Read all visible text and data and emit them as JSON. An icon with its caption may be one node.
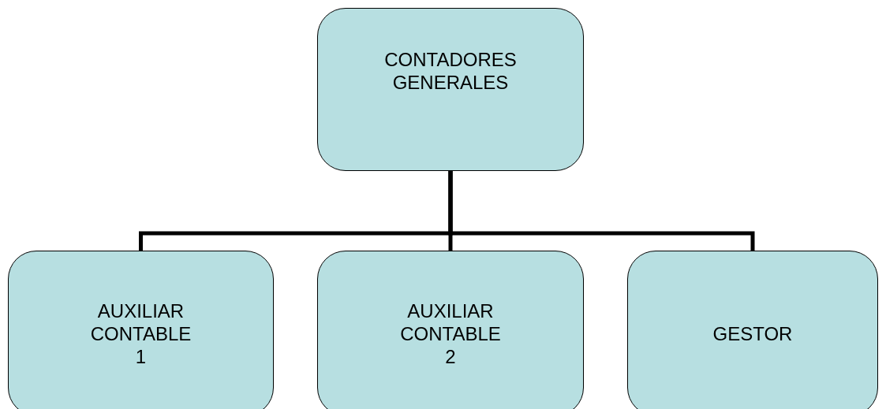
{
  "diagram": {
    "nodes": [
      {
        "text": [
          "CONTADORES GENERALES"
        ]
      },
      {
        "text": [
          "AUXILIAR CONTABLE 1"
        ]
      },
      {
        "text": [
          "AUXILIAR CONTABLE 2"
        ]
      },
      {
        "text": [
          "GESTOR"
        ]
      }
    ],
    "edges": [
      {
        "from": 0,
        "to": 1,
        "arrow": "none"
      },
      {
        "from": 0,
        "to": 2,
        "arrow": "none"
      },
      {
        "from": 0,
        "to": 3,
        "arrow": "none"
      }
    ]
  }
}
